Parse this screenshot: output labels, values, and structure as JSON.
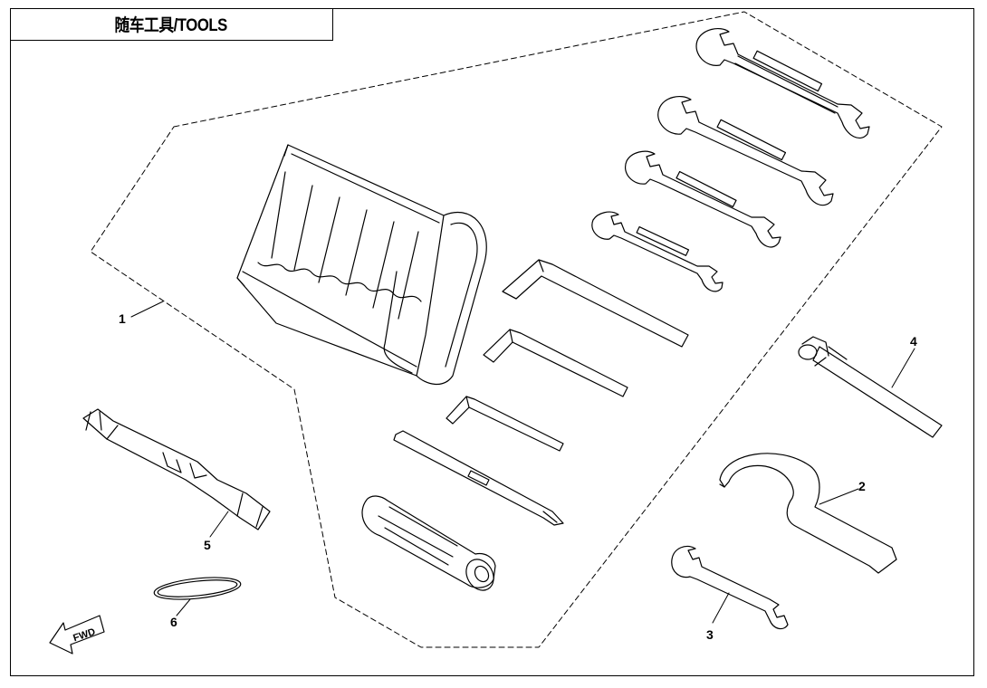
{
  "title": "随车工具/TOOLS",
  "callouts": [
    "1",
    "2",
    "3",
    "4",
    "5",
    "6"
  ],
  "direction_label": "FWD"
}
